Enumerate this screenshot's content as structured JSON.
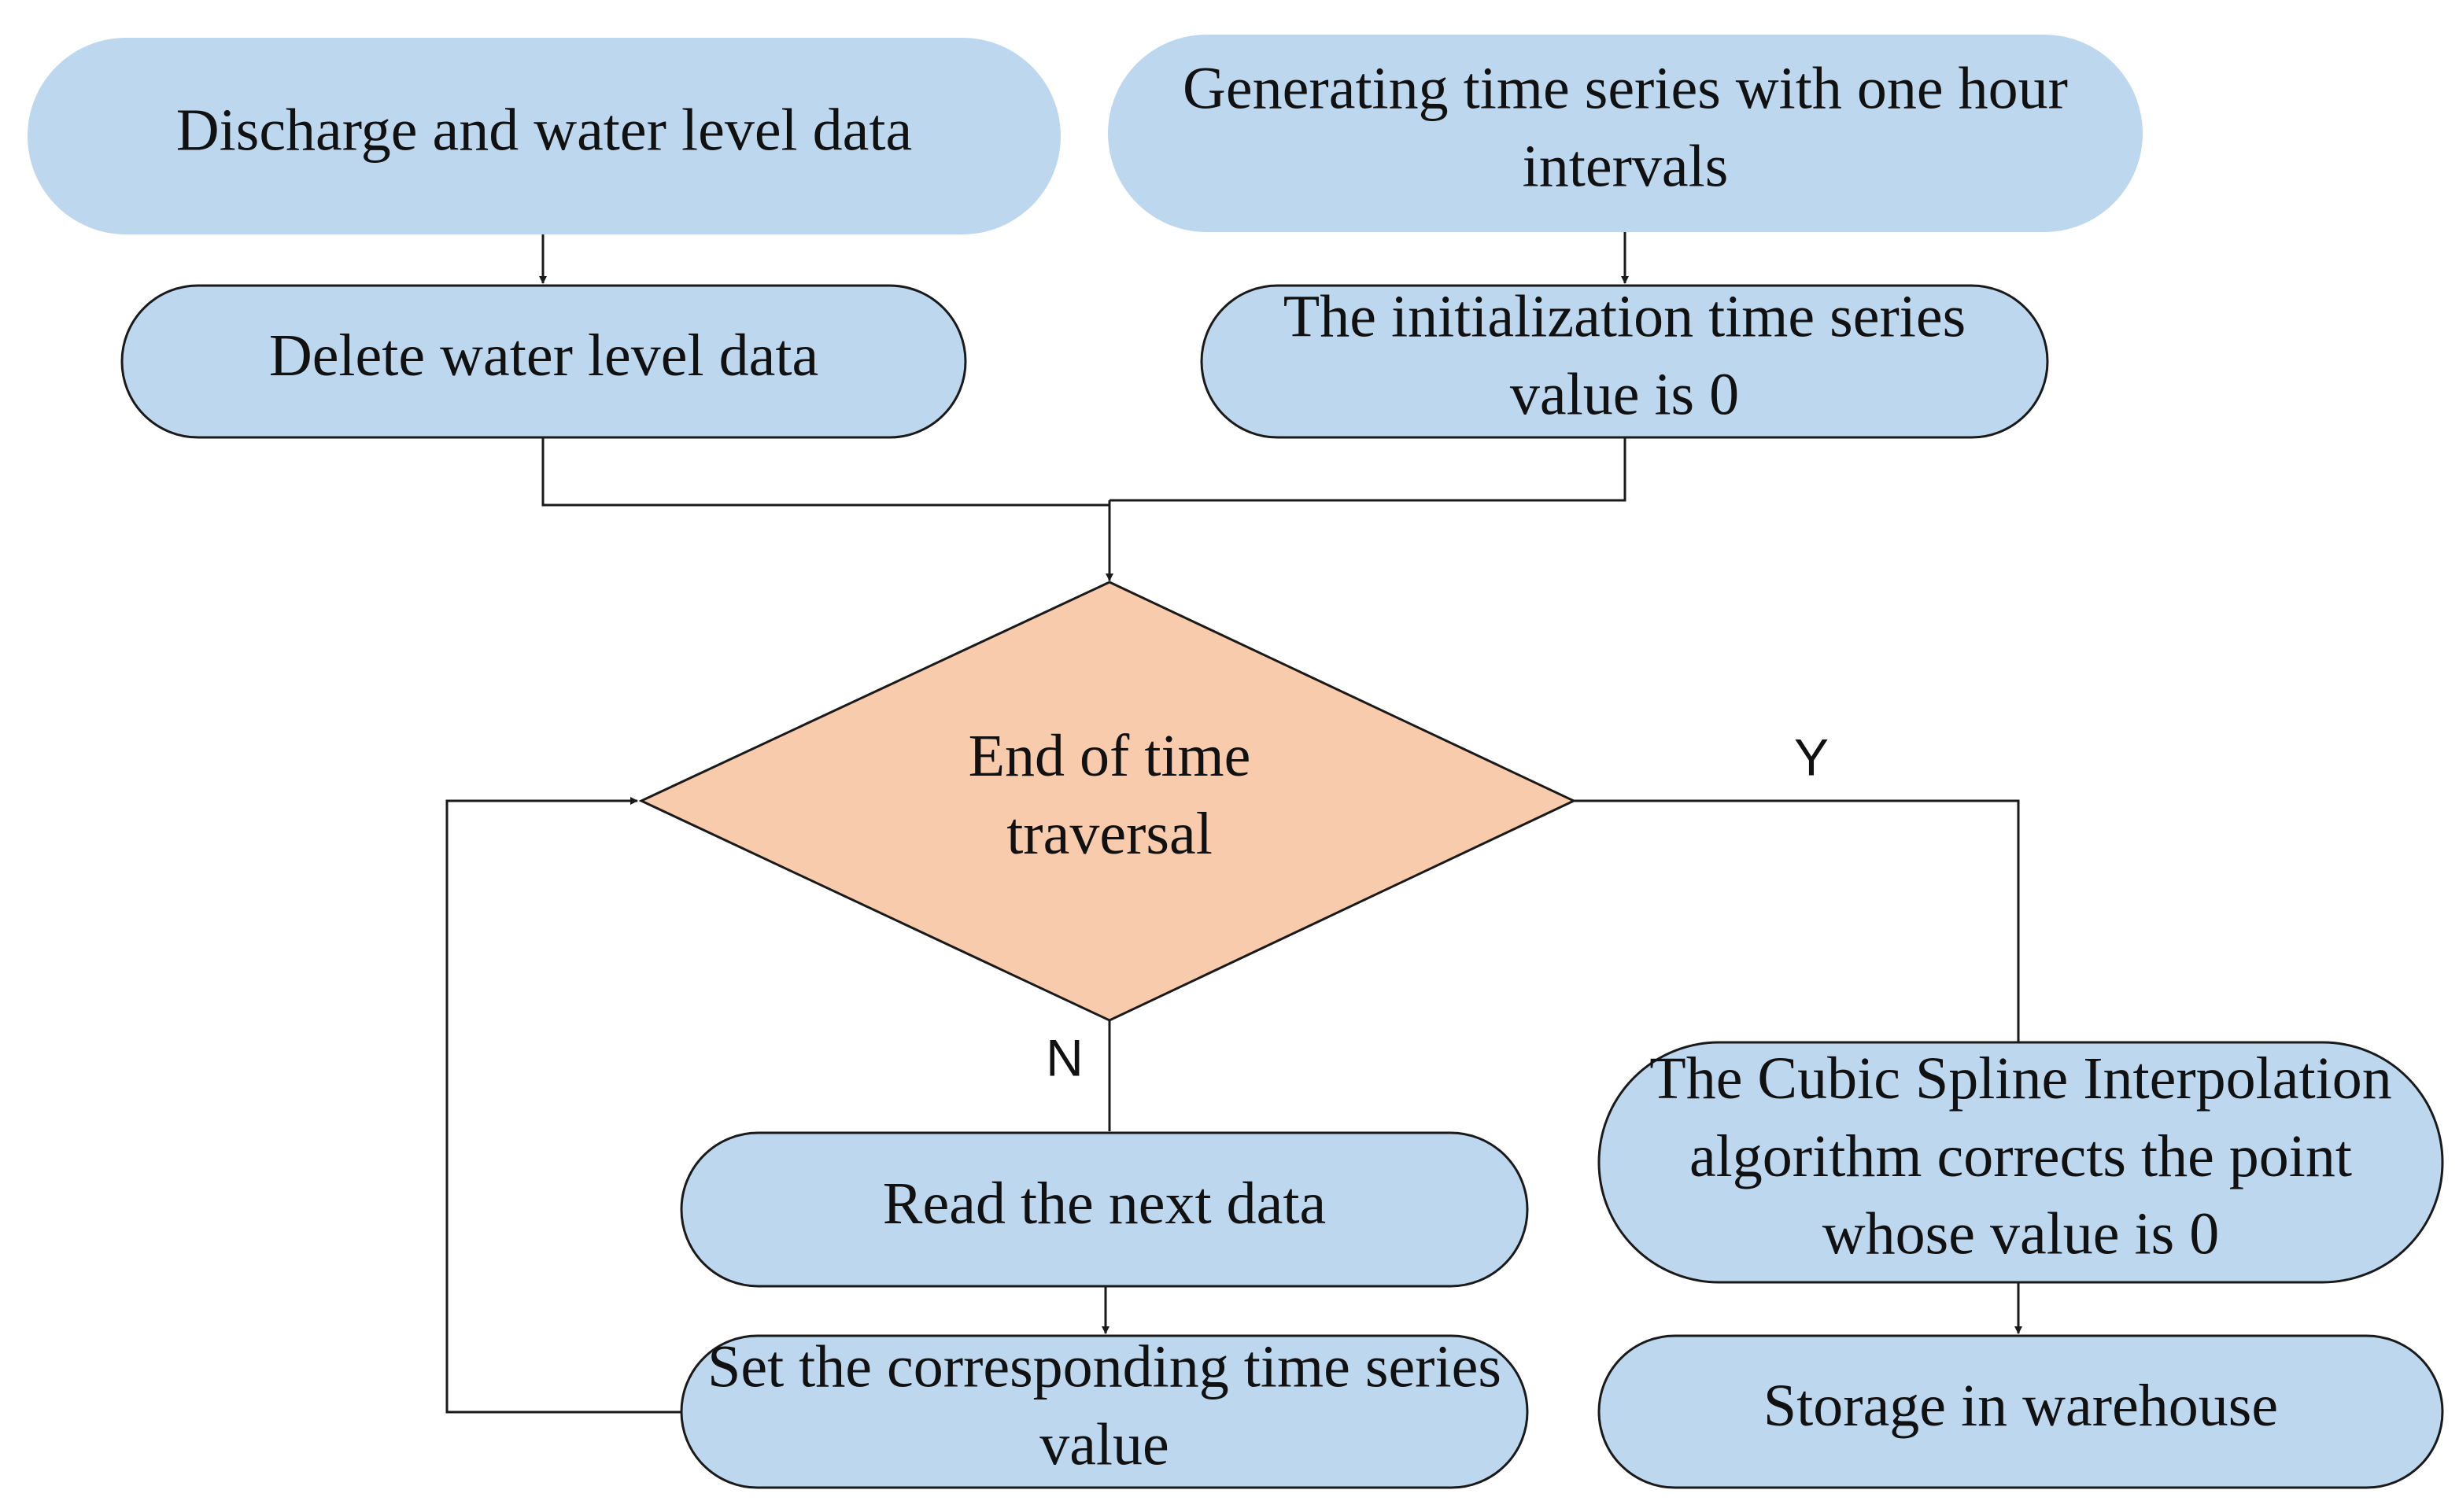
{
  "nodes": {
    "discharge_data": {
      "lines": [
        "Discharge and water level data"
      ]
    },
    "generate_series": {
      "lines": [
        "Generating time series with one hour",
        "intervals"
      ]
    },
    "delete_water_level": {
      "lines": [
        "Delete water level data"
      ]
    },
    "init_series": {
      "lines": [
        "The initialization time series",
        "value is 0"
      ]
    },
    "end_traversal": {
      "lines": [
        "End of time",
        "traversal"
      ]
    },
    "read_next": {
      "lines": [
        "Read the next data"
      ]
    },
    "set_series": {
      "lines": [
        "Set the corresponding time series",
        "value"
      ]
    },
    "cubic_spline": {
      "lines": [
        "The Cubic Spline Interpolation",
        "algorithm corrects the point",
        "whose value is 0"
      ]
    },
    "storage": {
      "lines": [
        "Storage in warehouse"
      ]
    }
  },
  "branches": {
    "yes": "Y",
    "no": "N"
  },
  "colors": {
    "process_fill": "#bdd7ee",
    "decision_fill": "#f8cbad",
    "line": "#1a1a1a"
  }
}
